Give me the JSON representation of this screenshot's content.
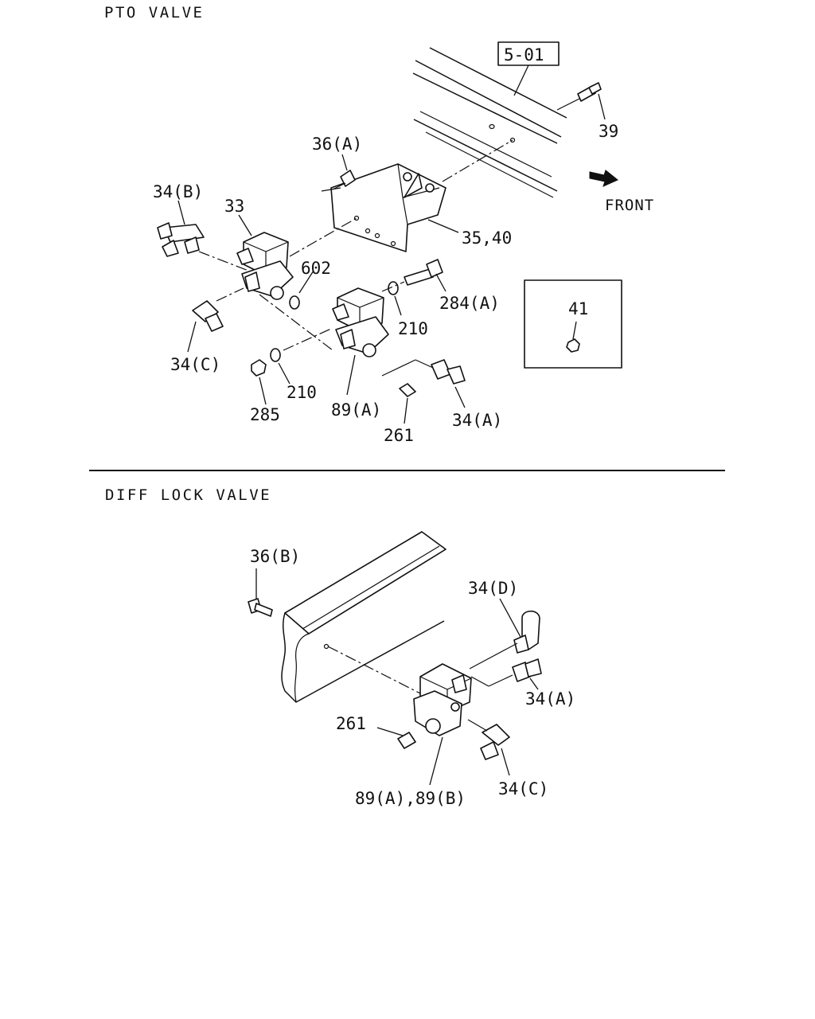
{
  "sections": {
    "pto_title": "PTO VALVE",
    "diff_title": "DIFF LOCK VALVE"
  },
  "pto": {
    "ref_box": "5-01",
    "front_label": "FRONT",
    "labels": {
      "p39": "39",
      "p36a": "36(A)",
      "p34b": "34(B)",
      "p33": "33",
      "p35_40": "35,40",
      "p602": "602",
      "p284a": "284(A)",
      "p41": "41",
      "p210a": "210",
      "p34c": "34(C)",
      "p210b": "210",
      "p285": "285",
      "p89a": "89(A)",
      "p261": "261",
      "p34a": "34(A)"
    }
  },
  "diff": {
    "labels": {
      "p36b": "36(B)",
      "p34d": "34(D)",
      "p34a": "34(A)",
      "p261": "261",
      "p34c": "34(C)",
      "p89ab": "89(A),89(B)"
    }
  }
}
